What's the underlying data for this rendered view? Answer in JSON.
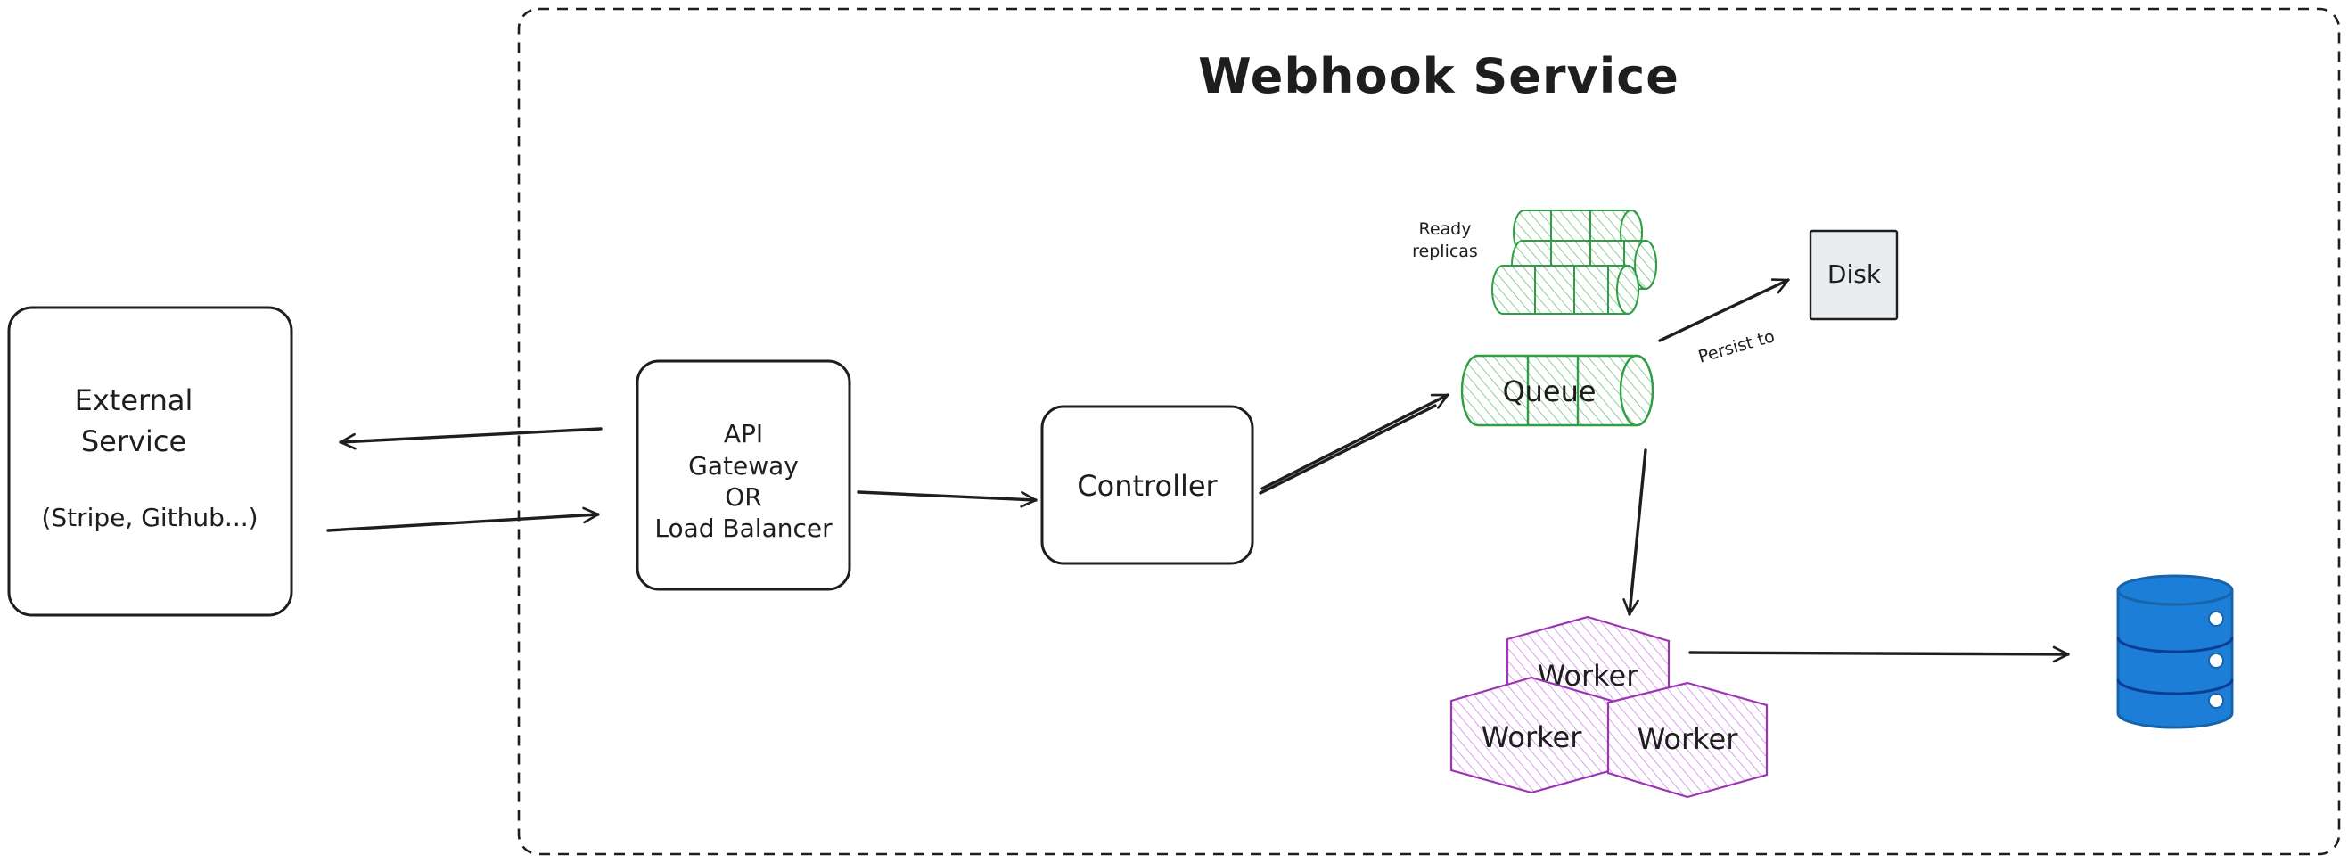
{
  "title": "Webhook Service",
  "external_service": {
    "title_line1": "External",
    "title_line2": "Service",
    "subtitle": "(Stripe, Github...)"
  },
  "api_gateway": {
    "line1": "API",
    "line2": "Gateway",
    "line3": "OR",
    "line4": "Load Balancer"
  },
  "controller": {
    "label": "Controller"
  },
  "queue": {
    "label": "Queue"
  },
  "replicas": {
    "line1": "Ready",
    "line2": "replicas"
  },
  "disk": {
    "label": "Disk"
  },
  "persist_edge": {
    "label": "Persist to"
  },
  "workers": [
    {
      "label": "Worker"
    },
    {
      "label": "Worker"
    },
    {
      "label": "Worker"
    }
  ],
  "colors": {
    "queue_stroke": "#2f9e44",
    "queue_fill": "#b2f2bb",
    "worker_stroke": "#9c36b5",
    "worker_fill": "#eebefa",
    "database_fill": "#1c7ed6",
    "database_stroke": "#1864ab",
    "disk_fill": "#e9ecef"
  }
}
